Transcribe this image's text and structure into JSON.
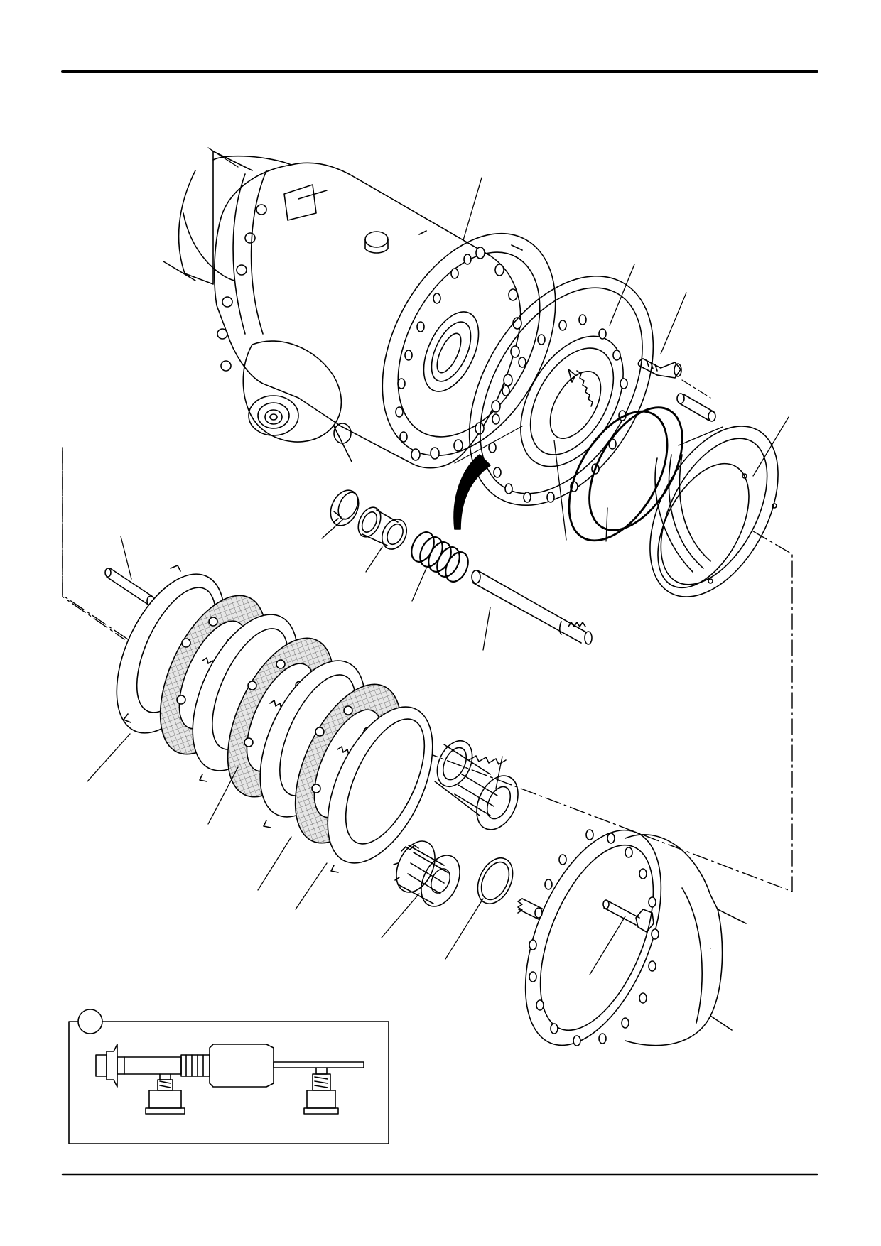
{
  "page": {
    "type": "exploded-view technical illustration",
    "background": "#ffffff",
    "ink": "#000000",
    "friction_fill": "#d9d9d9"
  },
  "diagram": {
    "assemblies": [
      "axle-housing",
      "brake-housing-flange",
      "piston-seal-rings",
      "piston-ring",
      "return-spring-stack",
      "plunger-shaft",
      "brake-plate-stack",
      "splined-hub",
      "sun-gear",
      "snap-ring",
      "wheel-hub-housing",
      "inset-tool-detail"
    ],
    "brake_plates": [
      {
        "kind": "separator"
      },
      {
        "kind": "friction"
      },
      {
        "kind": "separator"
      },
      {
        "kind": "friction"
      },
      {
        "kind": "separator"
      },
      {
        "kind": "friction"
      },
      {
        "kind": "separator"
      }
    ],
    "inset_badge_icon": "circle-badge-icon"
  }
}
